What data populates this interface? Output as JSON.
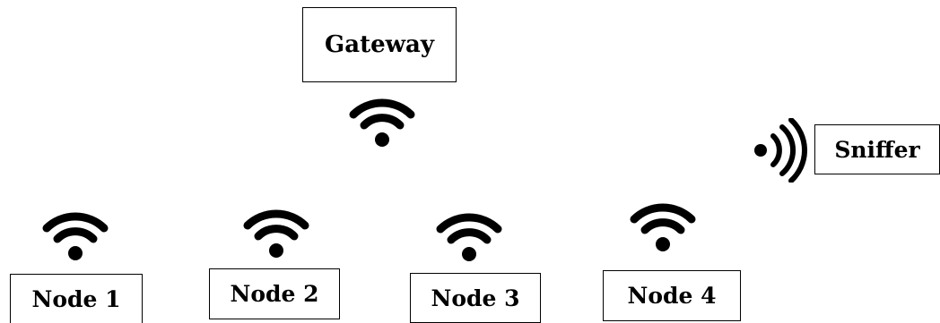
{
  "diagram": {
    "gateway": {
      "label": "Gateway",
      "icon": "wifi-icon"
    },
    "sniffer": {
      "label": "Sniffer",
      "icon": "radio-waves-icon"
    },
    "nodes": [
      {
        "label": "Node 1",
        "icon": "wifi-icon"
      },
      {
        "label": "Node 2",
        "icon": "wifi-icon"
      },
      {
        "label": "Node 3",
        "icon": "wifi-icon"
      },
      {
        "label": "Node 4",
        "icon": "wifi-icon"
      }
    ],
    "colors": {
      "stroke": "#000000",
      "background": "#ffffff"
    }
  }
}
